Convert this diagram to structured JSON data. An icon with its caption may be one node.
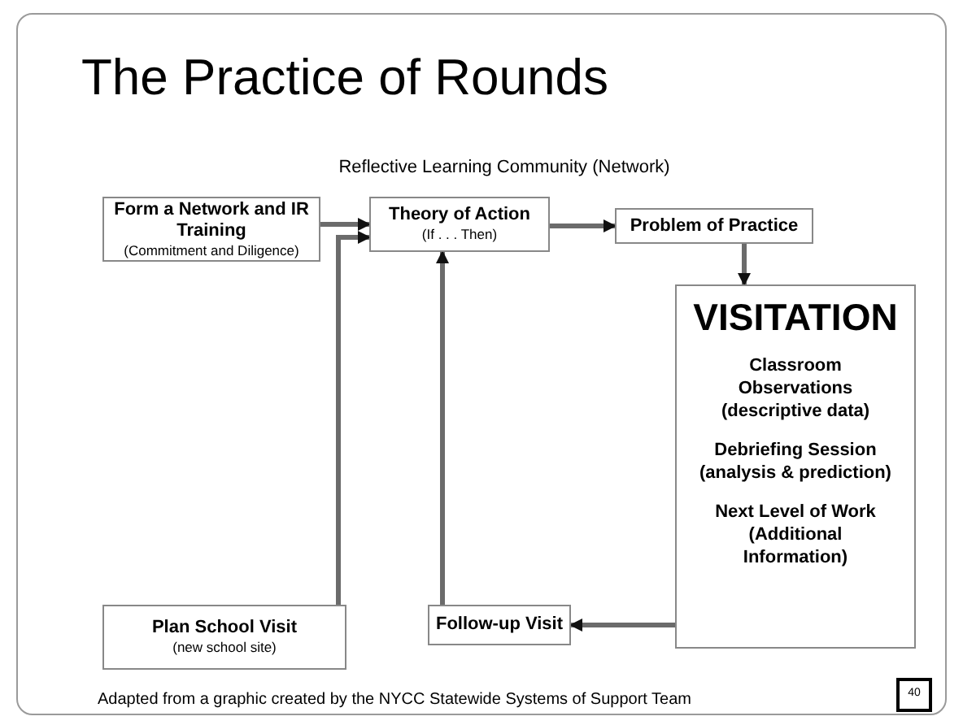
{
  "diagram": {
    "title": "The Practice of Rounds",
    "caption": "Adapted from a graphic created  by the NYCC Statewide Systems of Support Team",
    "nodes": [
      {
        "text": [
          "Form a Network and IR Training",
          "(Commitment and Diligence)"
        ]
      },
      {
        "text": [
          "Theory of Action",
          "(If . . . Then)"
        ]
      },
      {
        "text": [
          "Problem of Practice"
        ]
      },
      {
        "text": [
          "VISITATION",
          "Classroom Observations (descriptive data)",
          "Debriefing Session (analysis & prediction)",
          "Next Level of Work (Additional Information)"
        ]
      },
      {
        "text": [
          "Plan School Visit",
          "(new school site)"
        ]
      },
      {
        "text": [
          "Follow-up Visit"
        ]
      },
      {
        "text": [
          "40"
        ]
      }
    ],
    "edges": [
      {
        "from": 0,
        "to": 1,
        "arrow": "to"
      },
      {
        "from": 4,
        "to": 1,
        "arrow": "to"
      },
      {
        "from": 1,
        "to": 2,
        "arrow": "to"
      },
      {
        "from": 2,
        "to": 3,
        "arrow": "to"
      },
      {
        "from": 3,
        "to": 5,
        "arrow": "to"
      },
      {
        "from": 5,
        "to": 1,
        "arrow": "to"
      }
    ],
    "labels": [
      "Reflective Learning Community (Network)"
    ]
  }
}
